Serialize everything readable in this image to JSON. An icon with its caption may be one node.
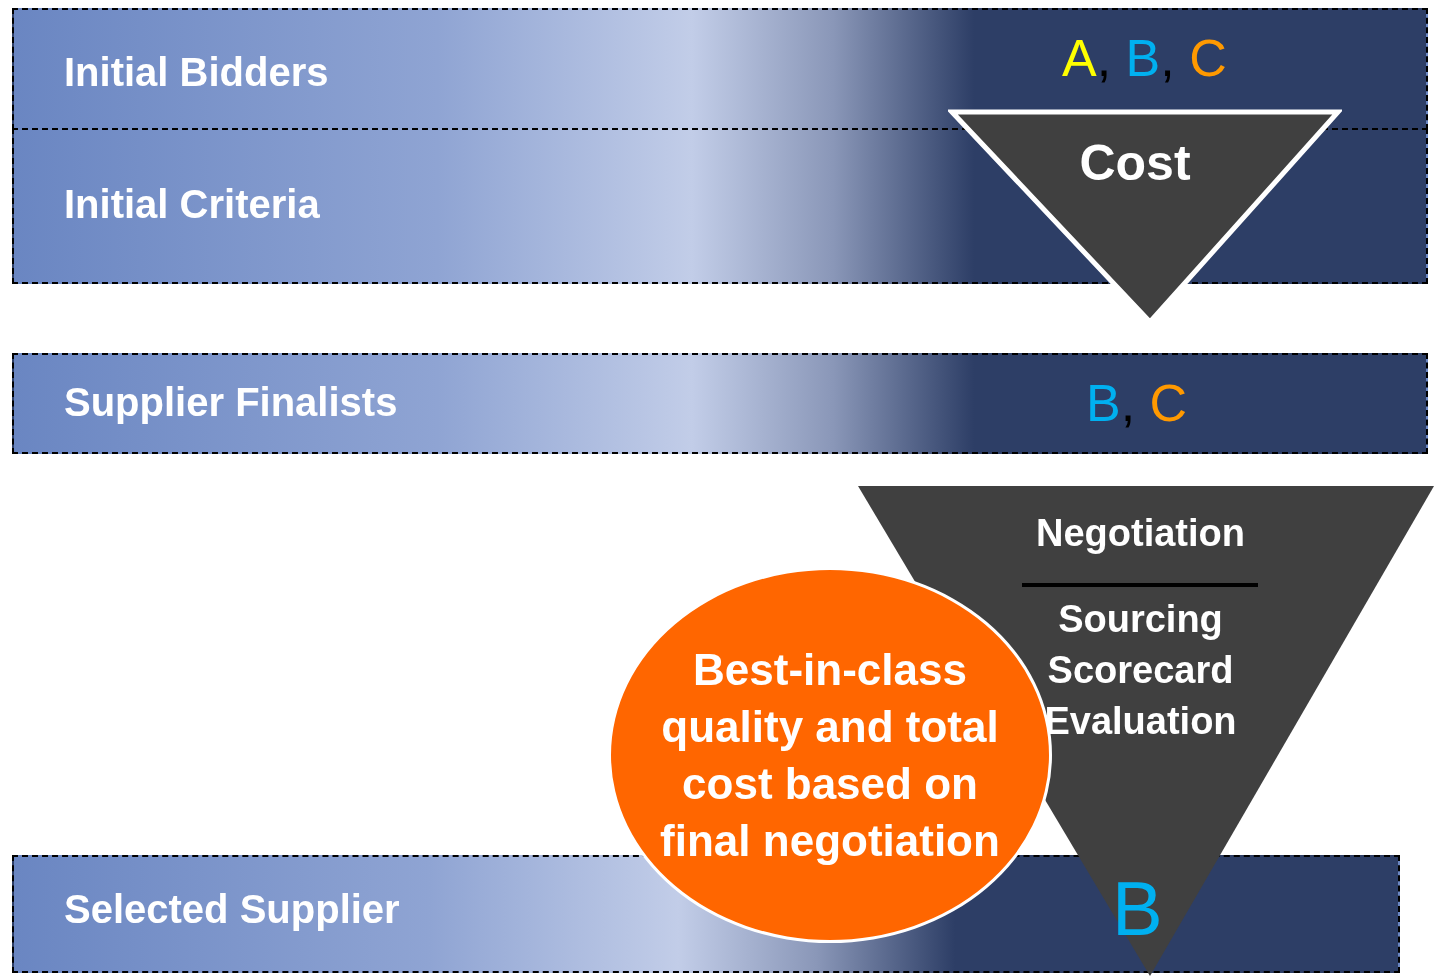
{
  "diagram": {
    "nodes": [
      {
        "text": [
          "Initial Bidders",
          "A, B, C"
        ]
      },
      {
        "text": [
          "Initial Criteria"
        ]
      },
      {
        "text": [
          "Cost"
        ]
      },
      {
        "text": [
          "Supplier Finalists",
          "B, C"
        ]
      },
      {
        "text": [
          "Negotiation",
          "Sourcing Scorecard Evaluation"
        ]
      },
      {
        "text": [
          "Best-in-class quality and total cost based on final negotiation"
        ]
      },
      {
        "text": [
          "Selected Supplier",
          "B"
        ]
      }
    ]
  }
}
